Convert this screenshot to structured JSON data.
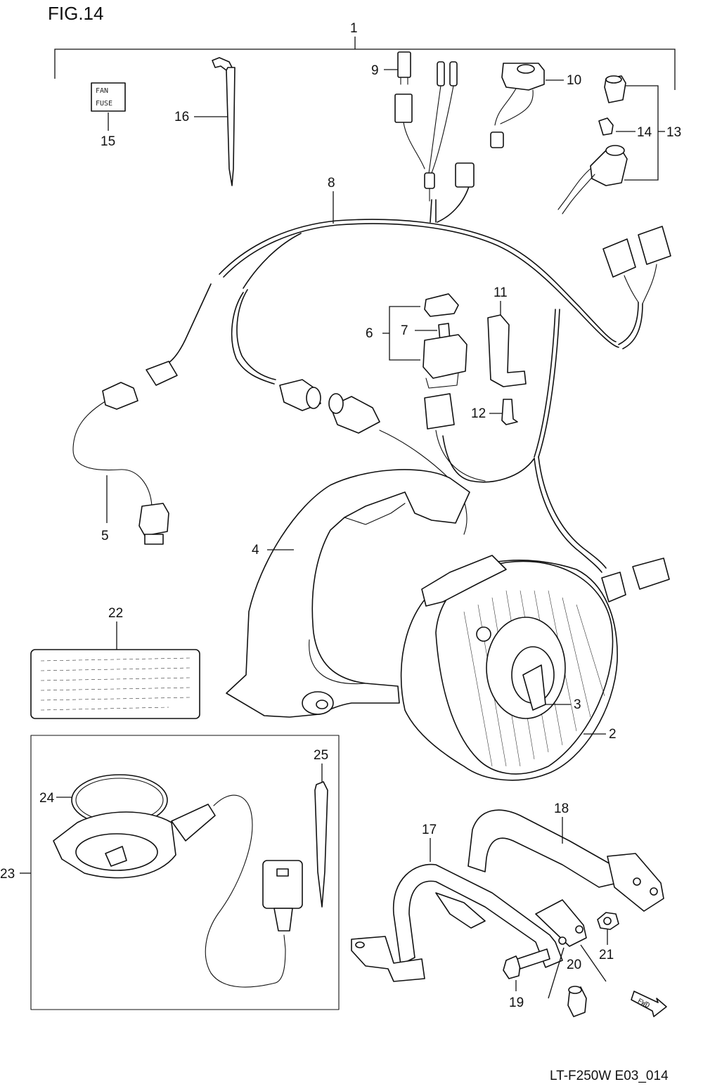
{
  "figure": {
    "title": "FIG.14",
    "code": "LT-F250W E03_014"
  },
  "fwd_label": "FWD",
  "fuse_label": [
    "FAN",
    "FUSE"
  ],
  "parts": [
    {
      "id": "1",
      "label": "1"
    },
    {
      "id": "2",
      "label": "2"
    },
    {
      "id": "3",
      "label": "3"
    },
    {
      "id": "4",
      "label": "4"
    },
    {
      "id": "5",
      "label": "5"
    },
    {
      "id": "6",
      "label": "6"
    },
    {
      "id": "7",
      "label": "7"
    },
    {
      "id": "8",
      "label": "8"
    },
    {
      "id": "9",
      "label": "9"
    },
    {
      "id": "10",
      "label": "10"
    },
    {
      "id": "11",
      "label": "11"
    },
    {
      "id": "12",
      "label": "12"
    },
    {
      "id": "13",
      "label": "13"
    },
    {
      "id": "14",
      "label": "14"
    },
    {
      "id": "15",
      "label": "15"
    },
    {
      "id": "16",
      "label": "16"
    },
    {
      "id": "17",
      "label": "17"
    },
    {
      "id": "18",
      "label": "18"
    },
    {
      "id": "19",
      "label": "19"
    },
    {
      "id": "20",
      "label": "20"
    },
    {
      "id": "21",
      "label": "21"
    },
    {
      "id": "22",
      "label": "22"
    },
    {
      "id": "23",
      "label": "23"
    },
    {
      "id": "24",
      "label": "24"
    },
    {
      "id": "25",
      "label": "25"
    }
  ]
}
